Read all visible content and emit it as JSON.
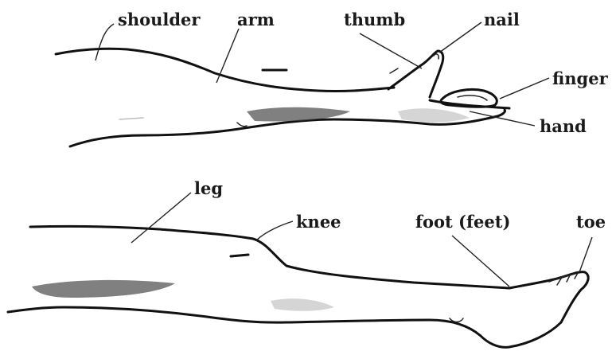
{
  "labels": {
    "shoulder": "shoulder",
    "arm": "arm",
    "thumb": "thumb",
    "nail": "nail",
    "finger": "finger",
    "hand": "hand",
    "leg": "leg",
    "knee": "knee",
    "foot": "foot (feet)",
    "toe": "toe"
  }
}
